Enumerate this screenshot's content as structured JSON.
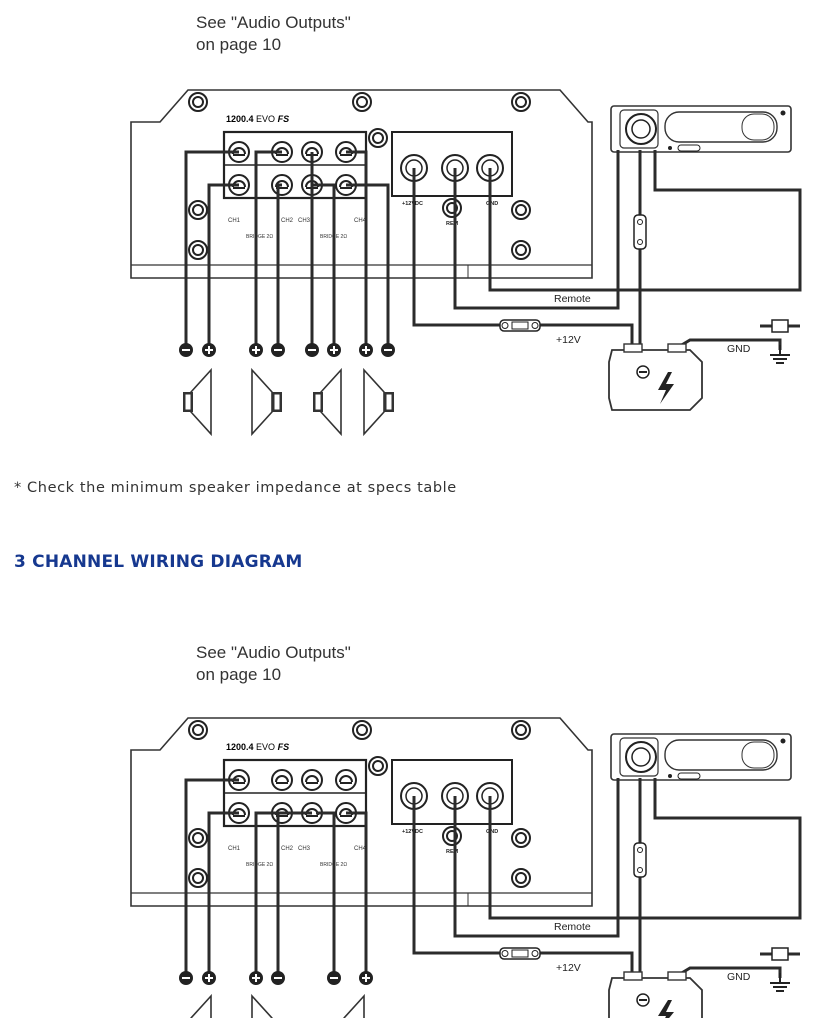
{
  "diagram_top": {
    "note_line1": "See \"Audio Outputs\"",
    "note_line2": "on page 10",
    "model_number": "1200.4",
    "model_series": "EVO",
    "model_suffix": "FS",
    "channel_labels": [
      "CH1",
      "CH2",
      "CH3",
      "CH4"
    ],
    "bridge_labels": [
      "BRIDGE 2Ω",
      "BRIDGE 2Ω"
    ],
    "power_labels": [
      "+12VDC",
      "REM",
      "GND"
    ],
    "remote_label": "Remote",
    "plus12_label": "+12V",
    "gnd_label": "GND",
    "speaker_count": 4
  },
  "footnote": "* Check the minimum speaker impedance at specs table",
  "section_heading": "3 CHANNEL WIRING DIAGRAM",
  "diagram_bottom": {
    "note_line1": "See \"Audio Outputs\"",
    "note_line2": "on page 10",
    "model_number": "1200.4",
    "model_series": "EVO",
    "model_suffix": "FS",
    "channel_labels": [
      "CH1",
      "CH2",
      "CH3",
      "CH4"
    ],
    "bridge_labels": [
      "BRIDGE 2Ω",
      "BRIDGE 2Ω"
    ],
    "power_labels": [
      "+12VDC",
      "REM",
      "GND"
    ],
    "remote_label": "Remote",
    "plus12_label": "+12V",
    "gnd_label": "GND",
    "speaker_count": 3
  },
  "colors": {
    "heading": "#16388f",
    "wire": "#2b2b2b",
    "outline": "#333333",
    "panel": "#ffffff"
  }
}
